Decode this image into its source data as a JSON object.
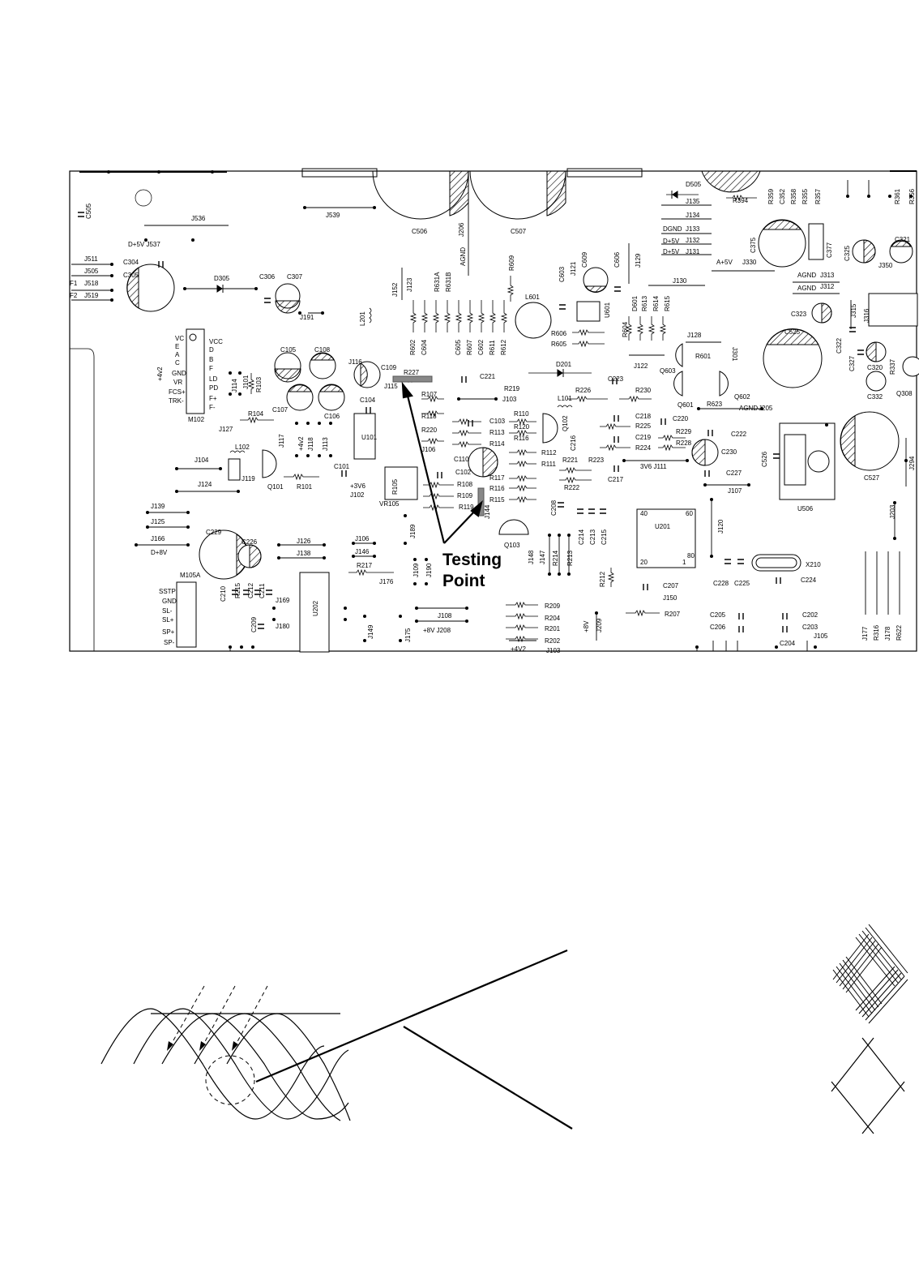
{
  "pcb": {
    "testing_point": {
      "line1": "Testing",
      "line2": "Point"
    },
    "labels": [
      {
        "id": "c505",
        "text": "C505"
      },
      {
        "id": "j536",
        "text": "J536"
      },
      {
        "id": "j537",
        "text": "D+5V J537"
      },
      {
        "id": "j511",
        "text": "J511"
      },
      {
        "id": "c304",
        "text": "C304"
      },
      {
        "id": "j505",
        "text": "J505"
      },
      {
        "id": "c305",
        "text": "C305"
      },
      {
        "id": "f1",
        "text": "F1"
      },
      {
        "id": "j518",
        "text": "J518"
      },
      {
        "id": "f2",
        "text": "F2"
      },
      {
        "id": "j519",
        "text": "J519"
      },
      {
        "id": "j539",
        "text": "J539"
      },
      {
        "id": "c506",
        "text": "C506"
      },
      {
        "id": "j206",
        "text": "J206"
      },
      {
        "id": "agnd1",
        "text": "AGND"
      },
      {
        "id": "c507",
        "text": "C507"
      },
      {
        "id": "d505",
        "text": "D505"
      },
      {
        "id": "j135",
        "text": "J135"
      },
      {
        "id": "r394",
        "text": "R394"
      },
      {
        "id": "j134",
        "text": "J134"
      },
      {
        "id": "dgnd",
        "text": "DGND"
      },
      {
        "id": "j133",
        "text": "J133"
      },
      {
        "id": "d5v_a",
        "text": "D+5V"
      },
      {
        "id": "j132",
        "text": "J132"
      },
      {
        "id": "d5v_b",
        "text": "D+5V"
      },
      {
        "id": "j131",
        "text": "J131"
      },
      {
        "id": "a5v",
        "text": "A+5V"
      },
      {
        "id": "j330",
        "text": "J330"
      },
      {
        "id": "c375",
        "text": "C375"
      },
      {
        "id": "c377",
        "text": "C377"
      },
      {
        "id": "c325",
        "text": "C325"
      },
      {
        "id": "c321",
        "text": "C321"
      },
      {
        "id": "j350",
        "text": "J350"
      },
      {
        "id": "agnd_j313",
        "text": "AGND"
      },
      {
        "id": "j313",
        "text": "J313"
      },
      {
        "id": "agnd_j312",
        "text": "AGND"
      },
      {
        "id": "j312",
        "text": "J312"
      },
      {
        "id": "c323",
        "text": "C323"
      },
      {
        "id": "j315",
        "text": "J315"
      },
      {
        "id": "j316",
        "text": "J316"
      },
      {
        "id": "r609",
        "text": "R609"
      },
      {
        "id": "c603",
        "text": "C603"
      },
      {
        "id": "j121",
        "text": "J121"
      },
      {
        "id": "c609",
        "text": "C609"
      },
      {
        "id": "c606",
        "text": "C606"
      },
      {
        "id": "j129",
        "text": "J129"
      },
      {
        "id": "j130",
        "text": "J130"
      },
      {
        "id": "l601",
        "text": "L601"
      },
      {
        "id": "u601",
        "text": "U601"
      },
      {
        "id": "d601",
        "text": "D601"
      },
      {
        "id": "r613",
        "text": "R613"
      },
      {
        "id": "r614",
        "text": "R614"
      },
      {
        "id": "r615",
        "text": "R615"
      },
      {
        "id": "r606",
        "text": "R606"
      },
      {
        "id": "r605",
        "text": "R605"
      },
      {
        "id": "r604",
        "text": "R604"
      },
      {
        "id": "c525",
        "text": "C525"
      },
      {
        "id": "c322",
        "text": "C322"
      },
      {
        "id": "c327",
        "text": "C327"
      },
      {
        "id": "c320",
        "text": "C320"
      },
      {
        "id": "r337",
        "text": "R337"
      },
      {
        "id": "c332",
        "text": "C332"
      },
      {
        "id": "q308",
        "text": "Q308"
      },
      {
        "id": "j152",
        "text": "J152"
      },
      {
        "id": "j123",
        "text": "J123"
      },
      {
        "id": "r631a",
        "text": "R631A"
      },
      {
        "id": "r631b",
        "text": "R631B"
      },
      {
        "id": "l201",
        "text": "L201"
      },
      {
        "id": "r602",
        "text": "R602"
      },
      {
        "id": "c604",
        "text": "C604"
      },
      {
        "id": "c605",
        "text": "C605"
      },
      {
        "id": "r607",
        "text": "R607"
      },
      {
        "id": "c602",
        "text": "C602"
      },
      {
        "id": "r611",
        "text": "R611"
      },
      {
        "id": "r612",
        "text": "R612"
      },
      {
        "id": "j128",
        "text": "J128"
      },
      {
        "id": "r601",
        "text": "R601"
      },
      {
        "id": "j301",
        "text": "J301"
      },
      {
        "id": "j122",
        "text": "J122"
      },
      {
        "id": "q603",
        "text": "Q603"
      },
      {
        "id": "q601",
        "text": "Q601"
      },
      {
        "id": "r623",
        "text": "R623"
      },
      {
        "id": "q602",
        "text": "Q602"
      },
      {
        "id": "agnd_j205",
        "text": "AGND"
      },
      {
        "id": "j205",
        "text": "J205"
      },
      {
        "id": "d305",
        "text": "D305"
      },
      {
        "id": "c306",
        "text": "C306"
      },
      {
        "id": "c307",
        "text": "C307"
      },
      {
        "id": "j191",
        "text": "J191"
      },
      {
        "id": "c105",
        "text": "C105"
      },
      {
        "id": "c108",
        "text": "C108"
      },
      {
        "id": "j116",
        "text": "J116"
      },
      {
        "id": "c109",
        "text": "C109"
      },
      {
        "id": "j115",
        "text": "J115"
      },
      {
        "id": "r227",
        "text": "R227"
      },
      {
        "id": "c221",
        "text": "C221"
      },
      {
        "id": "r219",
        "text": "R219"
      },
      {
        "id": "j103",
        "text": "J103"
      },
      {
        "id": "d201",
        "text": "D201"
      },
      {
        "id": "r226",
        "text": "R226"
      },
      {
        "id": "c223",
        "text": "C223"
      },
      {
        "id": "r230",
        "text": "R230"
      },
      {
        "id": "l101",
        "text": "L101"
      },
      {
        "id": "q102",
        "text": "Q102"
      },
      {
        "id": "c216",
        "text": "C216"
      },
      {
        "id": "c218",
        "text": "C218"
      },
      {
        "id": "r225",
        "text": "R225"
      },
      {
        "id": "c219",
        "text": "C219"
      },
      {
        "id": "r224",
        "text": "R224"
      },
      {
        "id": "c220",
        "text": "C220"
      },
      {
        "id": "r229",
        "text": "R229"
      },
      {
        "id": "r228",
        "text": "R228"
      },
      {
        "id": "c222",
        "text": "C222"
      },
      {
        "id": "c230",
        "text": "C230"
      },
      {
        "id": "c227",
        "text": "C227"
      },
      {
        "id": "j107",
        "text": "J107"
      },
      {
        "id": "c526",
        "text": "C526"
      },
      {
        "id": "u506",
        "text": "U506"
      },
      {
        "id": "c527",
        "text": "C527"
      },
      {
        "id": "j294",
        "text": "J294"
      },
      {
        "id": "vc",
        "text": "VC"
      },
      {
        "id": "e",
        "text": "E"
      },
      {
        "id": "a",
        "text": "A"
      },
      {
        "id": "c",
        "text": "C"
      },
      {
        "id": "gnd",
        "text": "GND"
      },
      {
        "id": "vr",
        "text": "VR"
      },
      {
        "id": "fcs",
        "text": "FCS+"
      },
      {
        "id": "trk",
        "text": "TRK-"
      },
      {
        "id": "vcc",
        "text": "VCC"
      },
      {
        "id": "d",
        "text": "D"
      },
      {
        "id": "b",
        "text": "B"
      },
      {
        "id": "f",
        "text": "F"
      },
      {
        "id": "ld",
        "text": "LD"
      },
      {
        "id": "pd",
        "text": "PD"
      },
      {
        "id": "fplus",
        "text": "F+"
      },
      {
        "id": "fminus",
        "text": "F-"
      },
      {
        "id": "p4v2",
        "text": "+4v2"
      },
      {
        "id": "m102",
        "text": "M102"
      },
      {
        "id": "j114",
        "text": "J114"
      },
      {
        "id": "j101",
        "text": "J101"
      },
      {
        "id": "r103",
        "text": "R103"
      },
      {
        "id": "c107",
        "text": "C107"
      },
      {
        "id": "c106",
        "text": "C106"
      },
      {
        "id": "c104",
        "text": "C104"
      },
      {
        "id": "u101",
        "text": "U101"
      },
      {
        "id": "r107",
        "text": "R107"
      },
      {
        "id": "r118",
        "text": "R118"
      },
      {
        "id": "r220",
        "text": "R220"
      },
      {
        "id": "j106b",
        "text": "J106"
      },
      {
        "id": "r104",
        "text": "R104"
      },
      {
        "id": "j127",
        "text": "J127"
      },
      {
        "id": "j117",
        "text": "J117"
      },
      {
        "id": "p4v2b",
        "text": "+4v2"
      },
      {
        "id": "j118",
        "text": "J118"
      },
      {
        "id": "j113",
        "text": "J113"
      },
      {
        "id": "c103",
        "text": "C103"
      },
      {
        "id": "r113",
        "text": "R113"
      },
      {
        "id": "r114",
        "text": "R114"
      },
      {
        "id": "r110",
        "text": "R110"
      },
      {
        "id": "r120",
        "text": "R120"
      },
      {
        "id": "r116b",
        "text": "R116"
      },
      {
        "id": "r112",
        "text": "R112"
      },
      {
        "id": "r111",
        "text": "R111"
      },
      {
        "id": "r221",
        "text": "R221"
      },
      {
        "id": "r223",
        "text": "R223"
      },
      {
        "id": "j111",
        "text": "3V6 J111"
      },
      {
        "id": "l102",
        "text": "L102"
      },
      {
        "id": "j104",
        "text": "J104"
      },
      {
        "id": "j119",
        "text": "J119"
      },
      {
        "id": "q101",
        "text": "Q101"
      },
      {
        "id": "r101",
        "text": "R101"
      },
      {
        "id": "c101",
        "text": "C101"
      },
      {
        "id": "p3v6",
        "text": "+3V6"
      },
      {
        "id": "j102",
        "text": "J102"
      },
      {
        "id": "j124",
        "text": "J124"
      },
      {
        "id": "r105",
        "text": "R105"
      },
      {
        "id": "vr105",
        "text": "VR105"
      },
      {
        "id": "c110",
        "text": "C110"
      },
      {
        "id": "c102",
        "text": "C102"
      },
      {
        "id": "r108",
        "text": "R108"
      },
      {
        "id": "r109",
        "text": "R109"
      },
      {
        "id": "r119",
        "text": "R119"
      },
      {
        "id": "r117",
        "text": "R117"
      },
      {
        "id": "r116",
        "text": "R116"
      },
      {
        "id": "r115",
        "text": "R115"
      },
      {
        "id": "r222",
        "text": "R222"
      },
      {
        "id": "c217",
        "text": "C217"
      },
      {
        "id": "j144",
        "text": "J144"
      },
      {
        "id": "c208",
        "text": "C208"
      },
      {
        "id": "c214",
        "text": "C214"
      },
      {
        "id": "c213",
        "text": "C213"
      },
      {
        "id": "c215",
        "text": "C215"
      },
      {
        "id": "u201",
        "text": "U201"
      },
      {
        "id": "u201_40",
        "text": "40"
      },
      {
        "id": "u201_60",
        "text": "60"
      },
      {
        "id": "u201_20",
        "text": "20"
      },
      {
        "id": "u201_1",
        "text": "1"
      },
      {
        "id": "u201_80",
        "text": "80"
      },
      {
        "id": "j120",
        "text": "J120"
      },
      {
        "id": "j203",
        "text": "J203"
      },
      {
        "id": "j139",
        "text": "J139"
      },
      {
        "id": "j125",
        "text": "J125"
      },
      {
        "id": "j166",
        "text": "J166"
      },
      {
        "id": "d8v",
        "text": "D+8V"
      },
      {
        "id": "c229",
        "text": "C229"
      },
      {
        "id": "c226",
        "text": "C226"
      },
      {
        "id": "j126",
        "text": "J126"
      },
      {
        "id": "j138",
        "text": "J138"
      },
      {
        "id": "j106",
        "text": "J106"
      },
      {
        "id": "j146",
        "text": "J146"
      },
      {
        "id": "r217",
        "text": "R217"
      },
      {
        "id": "j176",
        "text": "J176"
      },
      {
        "id": "j189",
        "text": "J189"
      },
      {
        "id": "j109",
        "text": "J109"
      },
      {
        "id": "j190",
        "text": "J190"
      },
      {
        "id": "q103",
        "text": "Q103"
      },
      {
        "id": "j148",
        "text": "J148"
      },
      {
        "id": "j147",
        "text": "J147"
      },
      {
        "id": "r214",
        "text": "R214"
      },
      {
        "id": "r213",
        "text": "R213"
      },
      {
        "id": "r212",
        "text": "R212"
      },
      {
        "id": "c228",
        "text": "C228"
      },
      {
        "id": "c225",
        "text": "C225"
      },
      {
        "id": "x210",
        "text": "X210"
      },
      {
        "id": "c224",
        "text": "C224"
      },
      {
        "id": "m105a",
        "text": "M105A"
      },
      {
        "id": "sstp",
        "text": "SSTP"
      },
      {
        "id": "gnd2",
        "text": "GND"
      },
      {
        "id": "slm",
        "text": "SL-"
      },
      {
        "id": "slp",
        "text": "SL+"
      },
      {
        "id": "spp",
        "text": "SP+"
      },
      {
        "id": "spm",
        "text": "SP-"
      },
      {
        "id": "c210",
        "text": "C210"
      },
      {
        "id": "r215",
        "text": "R215"
      },
      {
        "id": "c212",
        "text": "C212"
      },
      {
        "id": "c211",
        "text": "C211"
      },
      {
        "id": "j169",
        "text": "J169"
      },
      {
        "id": "u202",
        "text": "U202"
      },
      {
        "id": "c209",
        "text": "C209"
      },
      {
        "id": "j180",
        "text": "J180"
      },
      {
        "id": "j149",
        "text": "J149"
      },
      {
        "id": "j175",
        "text": "J175"
      },
      {
        "id": "j108",
        "text": "J108"
      },
      {
        "id": "j208",
        "text": "+8V J208"
      },
      {
        "id": "r209",
        "text": "R209"
      },
      {
        "id": "r204",
        "text": "R204"
      },
      {
        "id": "r201",
        "text": "R201"
      },
      {
        "id": "r202",
        "text": "R202"
      },
      {
        "id": "p4v2c",
        "text": "+4V2"
      },
      {
        "id": "j103b",
        "text": "J103"
      },
      {
        "id": "p8v",
        "text": "+8V"
      },
      {
        "id": "j209",
        "text": "J209"
      },
      {
        "id": "c207",
        "text": "C207"
      },
      {
        "id": "j150",
        "text": "J150"
      },
      {
        "id": "r207",
        "text": "R207"
      },
      {
        "id": "c205",
        "text": "C205"
      },
      {
        "id": "c206",
        "text": "C206"
      },
      {
        "id": "c202",
        "text": "C202"
      },
      {
        "id": "c203",
        "text": "C203"
      },
      {
        "id": "c204",
        "text": "C204"
      },
      {
        "id": "j105",
        "text": "J105"
      },
      {
        "id": "j177",
        "text": "J177"
      },
      {
        "id": "r316",
        "text": "R316"
      },
      {
        "id": "j178",
        "text": "J178"
      },
      {
        "id": "r622",
        "text": "R622"
      },
      {
        "id": "r359",
        "text": "R359"
      },
      {
        "id": "c352",
        "text": "C352"
      },
      {
        "id": "r358",
        "text": "R358"
      },
      {
        "id": "r355",
        "text": "R355"
      },
      {
        "id": "r357",
        "text": "R357"
      },
      {
        "id": "r361",
        "text": "R361"
      },
      {
        "id": "r356",
        "text": "R356"
      }
    ]
  }
}
